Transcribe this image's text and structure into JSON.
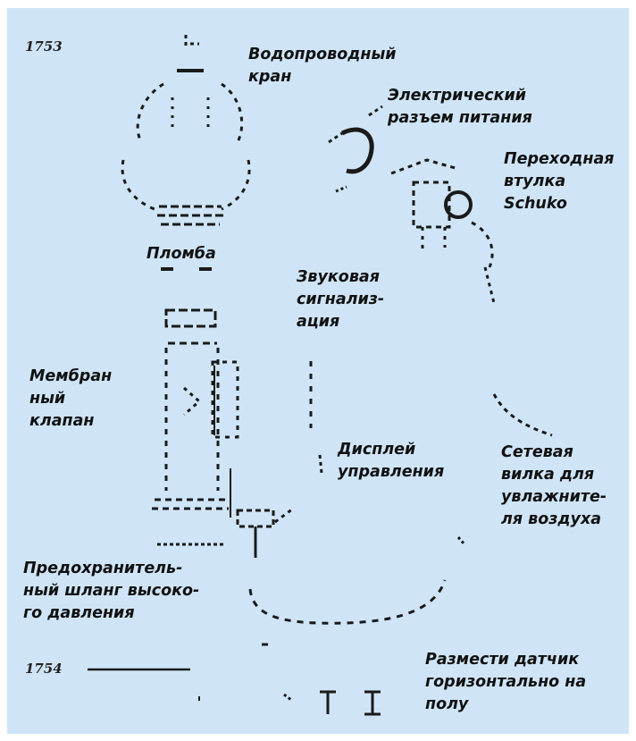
{
  "figure": {
    "id_top": "1753",
    "id_bottom": "1754"
  },
  "labels": {
    "water_tap": "Водопроводный\nкран",
    "power_connector": "Электрический\nразъем питания",
    "schuko_adapter": "Переходная\nвтулка\nSchuko",
    "seal": "Пломба",
    "buzzer": "Звуковая\nсигнализ-\nация",
    "membrane_valve": "Мембран\nный\nклапан",
    "control_display": "Дисплей\nуправления",
    "humidifier_plug": "Сетевая\nвилка для\nувлажните-\nля воздуха",
    "safety_hose": "Предохранитель-\nный шланг высоко-\nго давления",
    "sensor_instruction": "Размести датчик\nгоризонтально на\nполу"
  },
  "colors": {
    "panel_background": "#cfe5f7",
    "line_art": "#1a1a1a",
    "text": "#111111"
  }
}
